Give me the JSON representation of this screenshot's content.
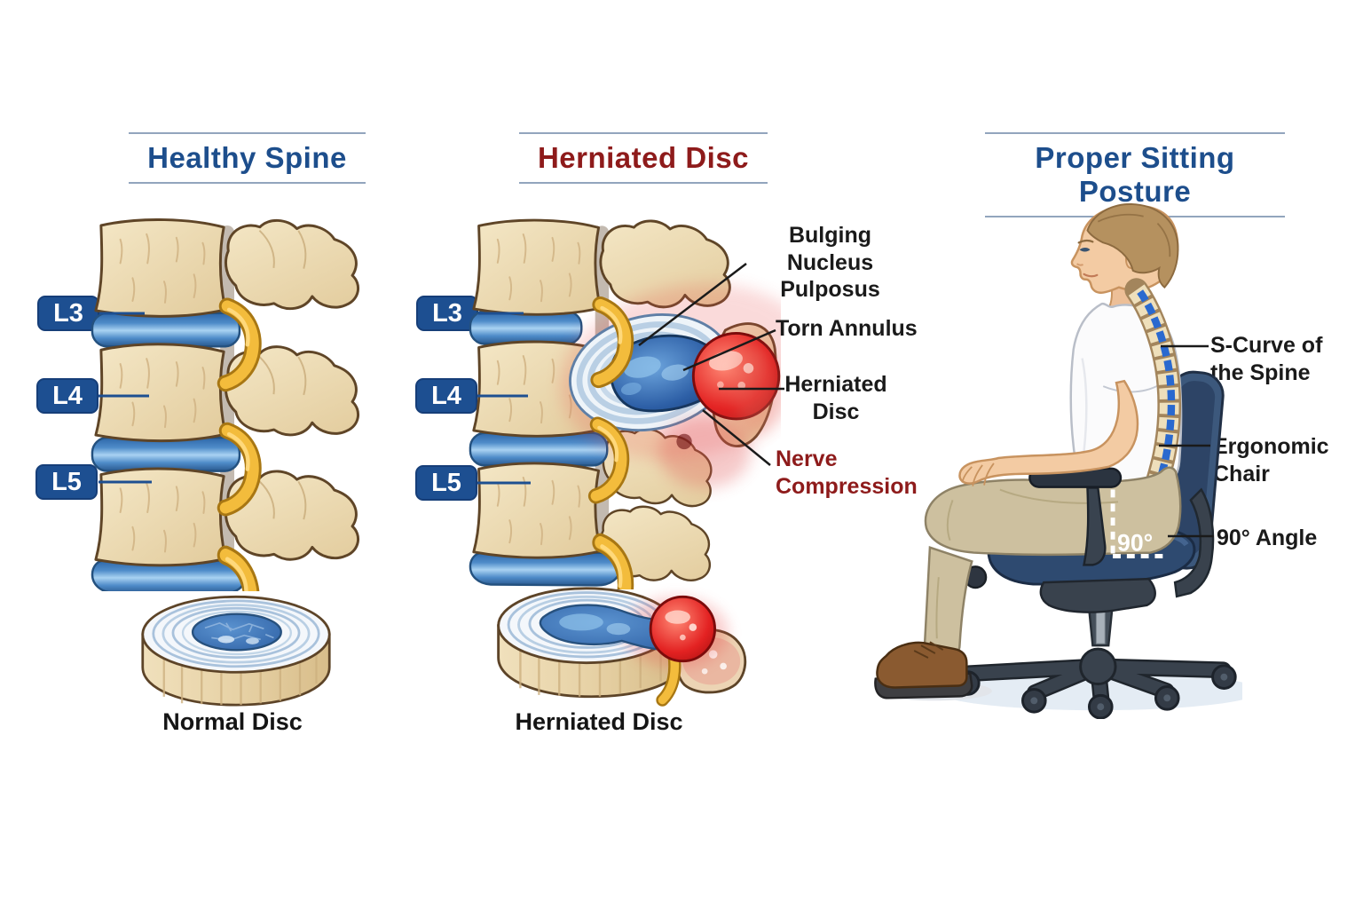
{
  "panels": {
    "healthy": {
      "title": "Healthy Spine",
      "vertebrae": {
        "l3": "L3",
        "l4": "L4",
        "l5": "L5"
      },
      "caption": "Normal Disc"
    },
    "herniated": {
      "title": "Herniated Disc",
      "vertebrae": {
        "l3": "L3",
        "l4": "L4",
        "l5": "L5"
      },
      "annotations": {
        "bulging_line1": "Bulging",
        "bulging_line2": "Nucleus Pulposus",
        "torn_annulus": "Torn Annulus",
        "herniated_line1": "Herniated",
        "herniated_line2": "Disc",
        "nerve_line1": "Nerve",
        "nerve_line2": "Compression"
      },
      "caption": "Herniated Disc"
    },
    "posture": {
      "title": "Proper Sitting Posture",
      "annotations": {
        "scurve_line1": "S-Curve of",
        "scurve_line2": "the Spine",
        "chair_line1": "Ergonomic",
        "chair_line2": "Chair",
        "angle_label": "90° Angle",
        "angle_marker": "90°"
      }
    }
  },
  "colors": {
    "heading_blue": "#1d4e8c",
    "heading_red": "#8e1b1b",
    "vertebra_label_blue": "#1d4f91",
    "annotation_text": "#1a1a1a",
    "nerve_compression_red": "#8e1b1b",
    "disc_blue": "#4a86c8",
    "bone_beige": "#ead7b0",
    "nerve_yellow": "#f2b733",
    "herniation_red": "#d92121",
    "chair_navy": "#32496b"
  }
}
